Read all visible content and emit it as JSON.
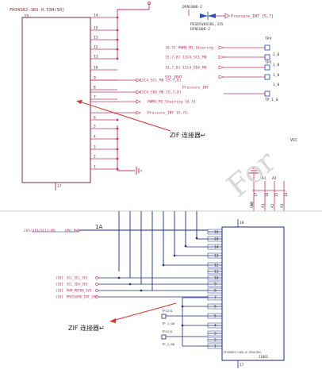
{
  "top": {
    "part_label": "FH34SRJ-16S-0.5SH(50)",
    "ref": "J3",
    "bottom_label": "17",
    "pins_right": [
      "14",
      "15",
      "13",
      "12",
      "11",
      "10",
      "9",
      "8",
      "7",
      "6",
      "5",
      "4",
      "3",
      "2",
      "1"
    ],
    "diode_top": "DFN1006-2",
    "diode_part": "PESD5V0S1BL,315",
    "diode_bottom": "DFN1006-2",
    "diode_net": "Pressure_INT [5,7]",
    "left_nets": [
      "[6,7] PWM0_M1_Steering",
      "[5,7,8] I2C4_SCL_M0",
      "[5,7,8] I2C4_SDA_M0",
      "SYS_VBAT"
    ],
    "bus_nets": [
      "I2C4_SCL_M0 [5,7,8]",
      "Pressure_INT",
      "I2C4_SDA_M0 [5,7,8]",
      "PWM0_M1_Steering [6,5]",
      "Pressure_INT [5,7]"
    ],
    "tp_labels": [
      "TP4",
      "1_0",
      "TP5",
      "1_0",
      "1_0",
      "1_0",
      "TP_1_0"
    ],
    "annot": "ZIF 连接器↵",
    "gnd_pins": [
      "GND",
      "A1",
      "A2",
      "A3"
    ],
    "gnd_nums": [
      "17",
      "16",
      "15",
      "14"
    ],
    "vcc": "VCC"
  },
  "bottom": {
    "net_vph": "2V5/ATA/SC11-MS",
    "net_vph2": "VPH_PWR",
    "current": "1A",
    "pins": [
      "16",
      "15",
      "14",
      "13",
      "12",
      "11",
      "10",
      "9",
      "8",
      "7",
      "6",
      "5",
      "4",
      "3",
      "2",
      "1"
    ],
    "nets_left": [
      "[10]",
      "[10]",
      "[10]",
      "[10]"
    ],
    "nets": [
      "SCL_SCL_3V3",
      "SCL_SDA_3V3",
      "PWM_MOTOR_3V3",
      "PRESSURE_INT_3V3"
    ],
    "tp1": "TP1211",
    "tp1b": "TP_1_00",
    "tp2": "TP1212",
    "tp2b": "TP_1_00",
    "connector_label": "FH34SRJ-16S-0.5SH(50)",
    "connector_ref": "J1001",
    "pin_label_top": "18",
    "pin_label_bottom": "17",
    "annot": "ZIF 连接器↵"
  }
}
